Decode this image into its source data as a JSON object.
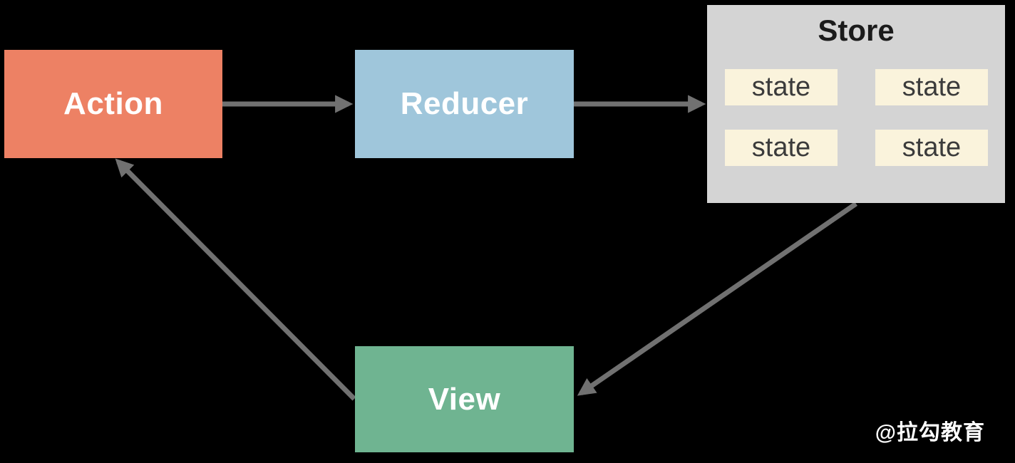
{
  "diagram": {
    "title_hint": "Redux data flow",
    "background_color": "#000000",
    "arrow_color": "#717171",
    "nodes": {
      "action": {
        "label": "Action",
        "bg": "#ED8164",
        "text_color": "#FFFFFF"
      },
      "reducer": {
        "label": "Reducer",
        "bg": "#9FC6DB",
        "text_color": "#FFFFFF"
      },
      "view": {
        "label": "View",
        "bg": "#6FB491",
        "text_color": "#FFFFFF"
      },
      "store": {
        "title": "Store",
        "bg": "#D4D4D4",
        "title_color": "#1B1B1B",
        "state_bg": "#FAF3DC",
        "state_text_color": "#3B3B3B",
        "states": [
          "state",
          "state",
          "state",
          "state"
        ]
      }
    },
    "arrows": [
      {
        "from": "Action",
        "to": "Reducer"
      },
      {
        "from": "Reducer",
        "to": "Store"
      },
      {
        "from": "Store",
        "to": "View"
      },
      {
        "from": "View",
        "to": "Action"
      }
    ]
  },
  "watermark": "@拉勾教育"
}
